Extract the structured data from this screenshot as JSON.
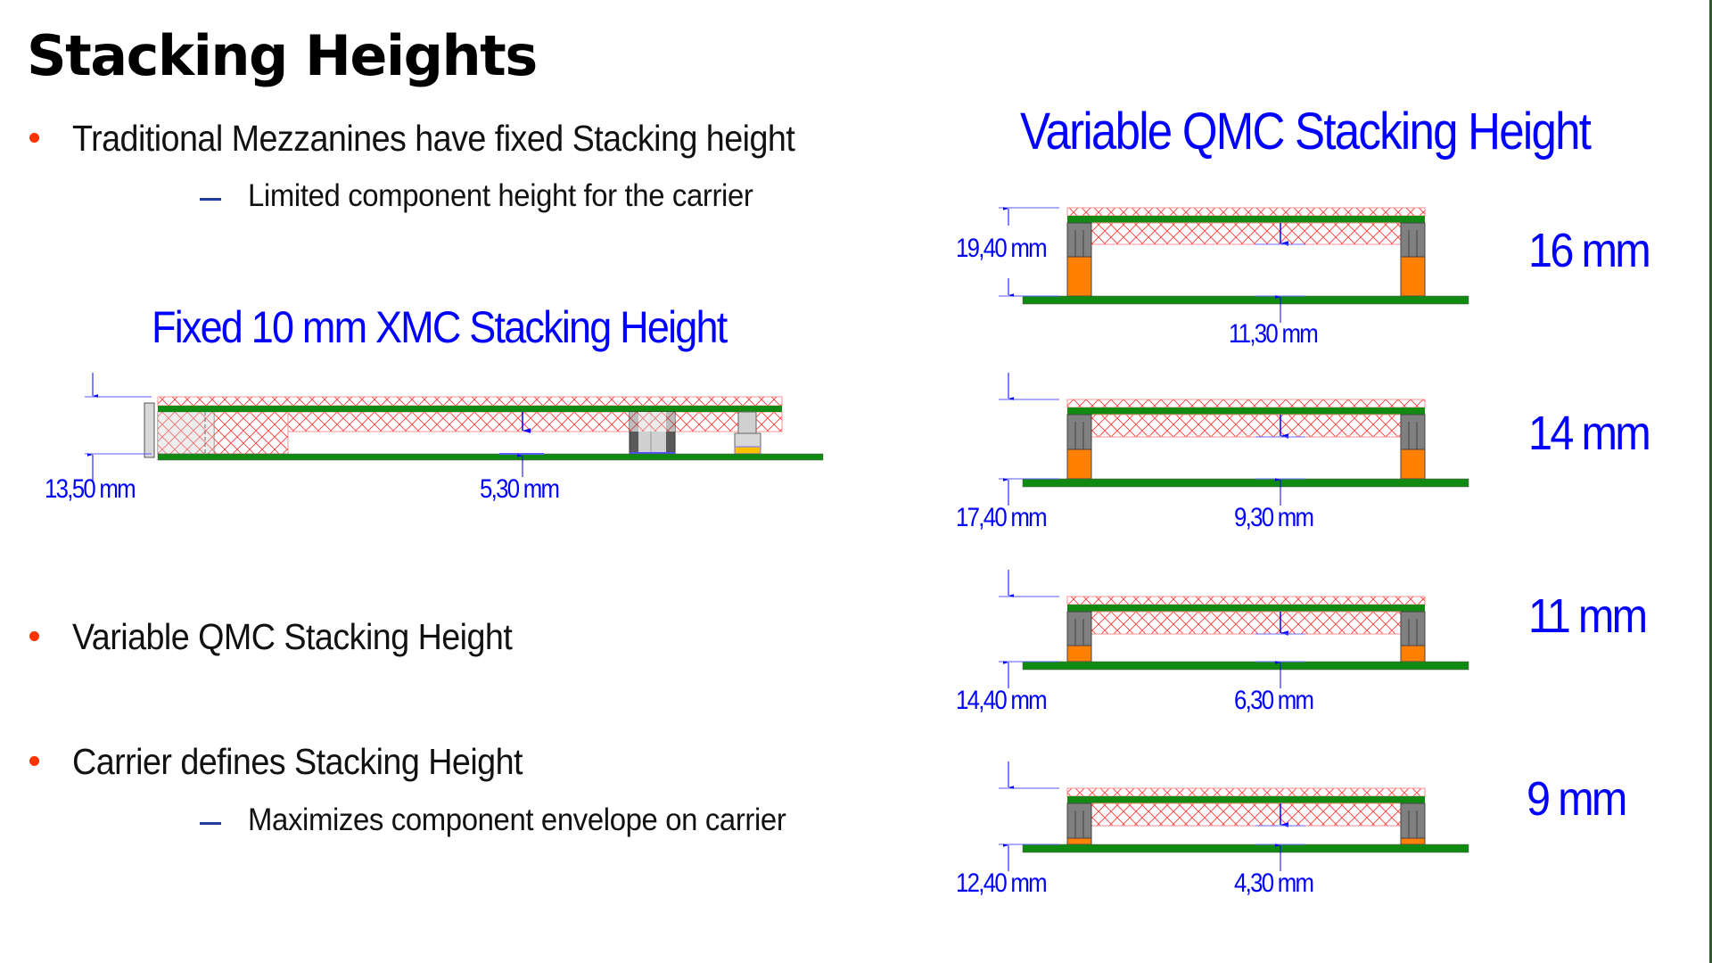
{
  "slide": {
    "title": "Stacking Heights",
    "accent_bullet_color": "#ff3300",
    "dash_color": "#1f3d99",
    "diagram_text_color": "#0000ff"
  },
  "bullets": [
    {
      "text": "Traditional Mezzanines have fixed Stacking height",
      "sub": [
        "Limited component height for the carrier"
      ]
    },
    {
      "text": "Variable QMC Stacking Height",
      "sub": []
    },
    {
      "text": "Carrier defines Stacking Height",
      "sub": [
        "Maximizes component envelope on carrier"
      ]
    }
  ],
  "fixed_diagram": {
    "title": "Fixed 10 mm XMC Stacking Height",
    "overall_height": "13,50 mm",
    "component_clearance": "5,30 mm"
  },
  "variable_diagram": {
    "title": "Variable QMC Stacking Height",
    "configurations": [
      {
        "stacking_height": "16 mm",
        "overall_height": "19,40 mm",
        "component_clearance": "11,30 mm"
      },
      {
        "stacking_height": "14 mm",
        "overall_height": "17,40 mm",
        "component_clearance": "9,30 mm"
      },
      {
        "stacking_height": "11 mm",
        "overall_height": "14,40 mm",
        "component_clearance": "6,30 mm"
      },
      {
        "stacking_height": "9 mm",
        "overall_height": "12,40 mm",
        "component_clearance": "4,30 mm"
      }
    ]
  },
  "colors": {
    "pcb_green": "#118a11",
    "hatch_red": "#ff3b3b",
    "spacer_orange": "#ff8000",
    "connector_gray": "#808080",
    "component_gold": "#ffc000"
  }
}
